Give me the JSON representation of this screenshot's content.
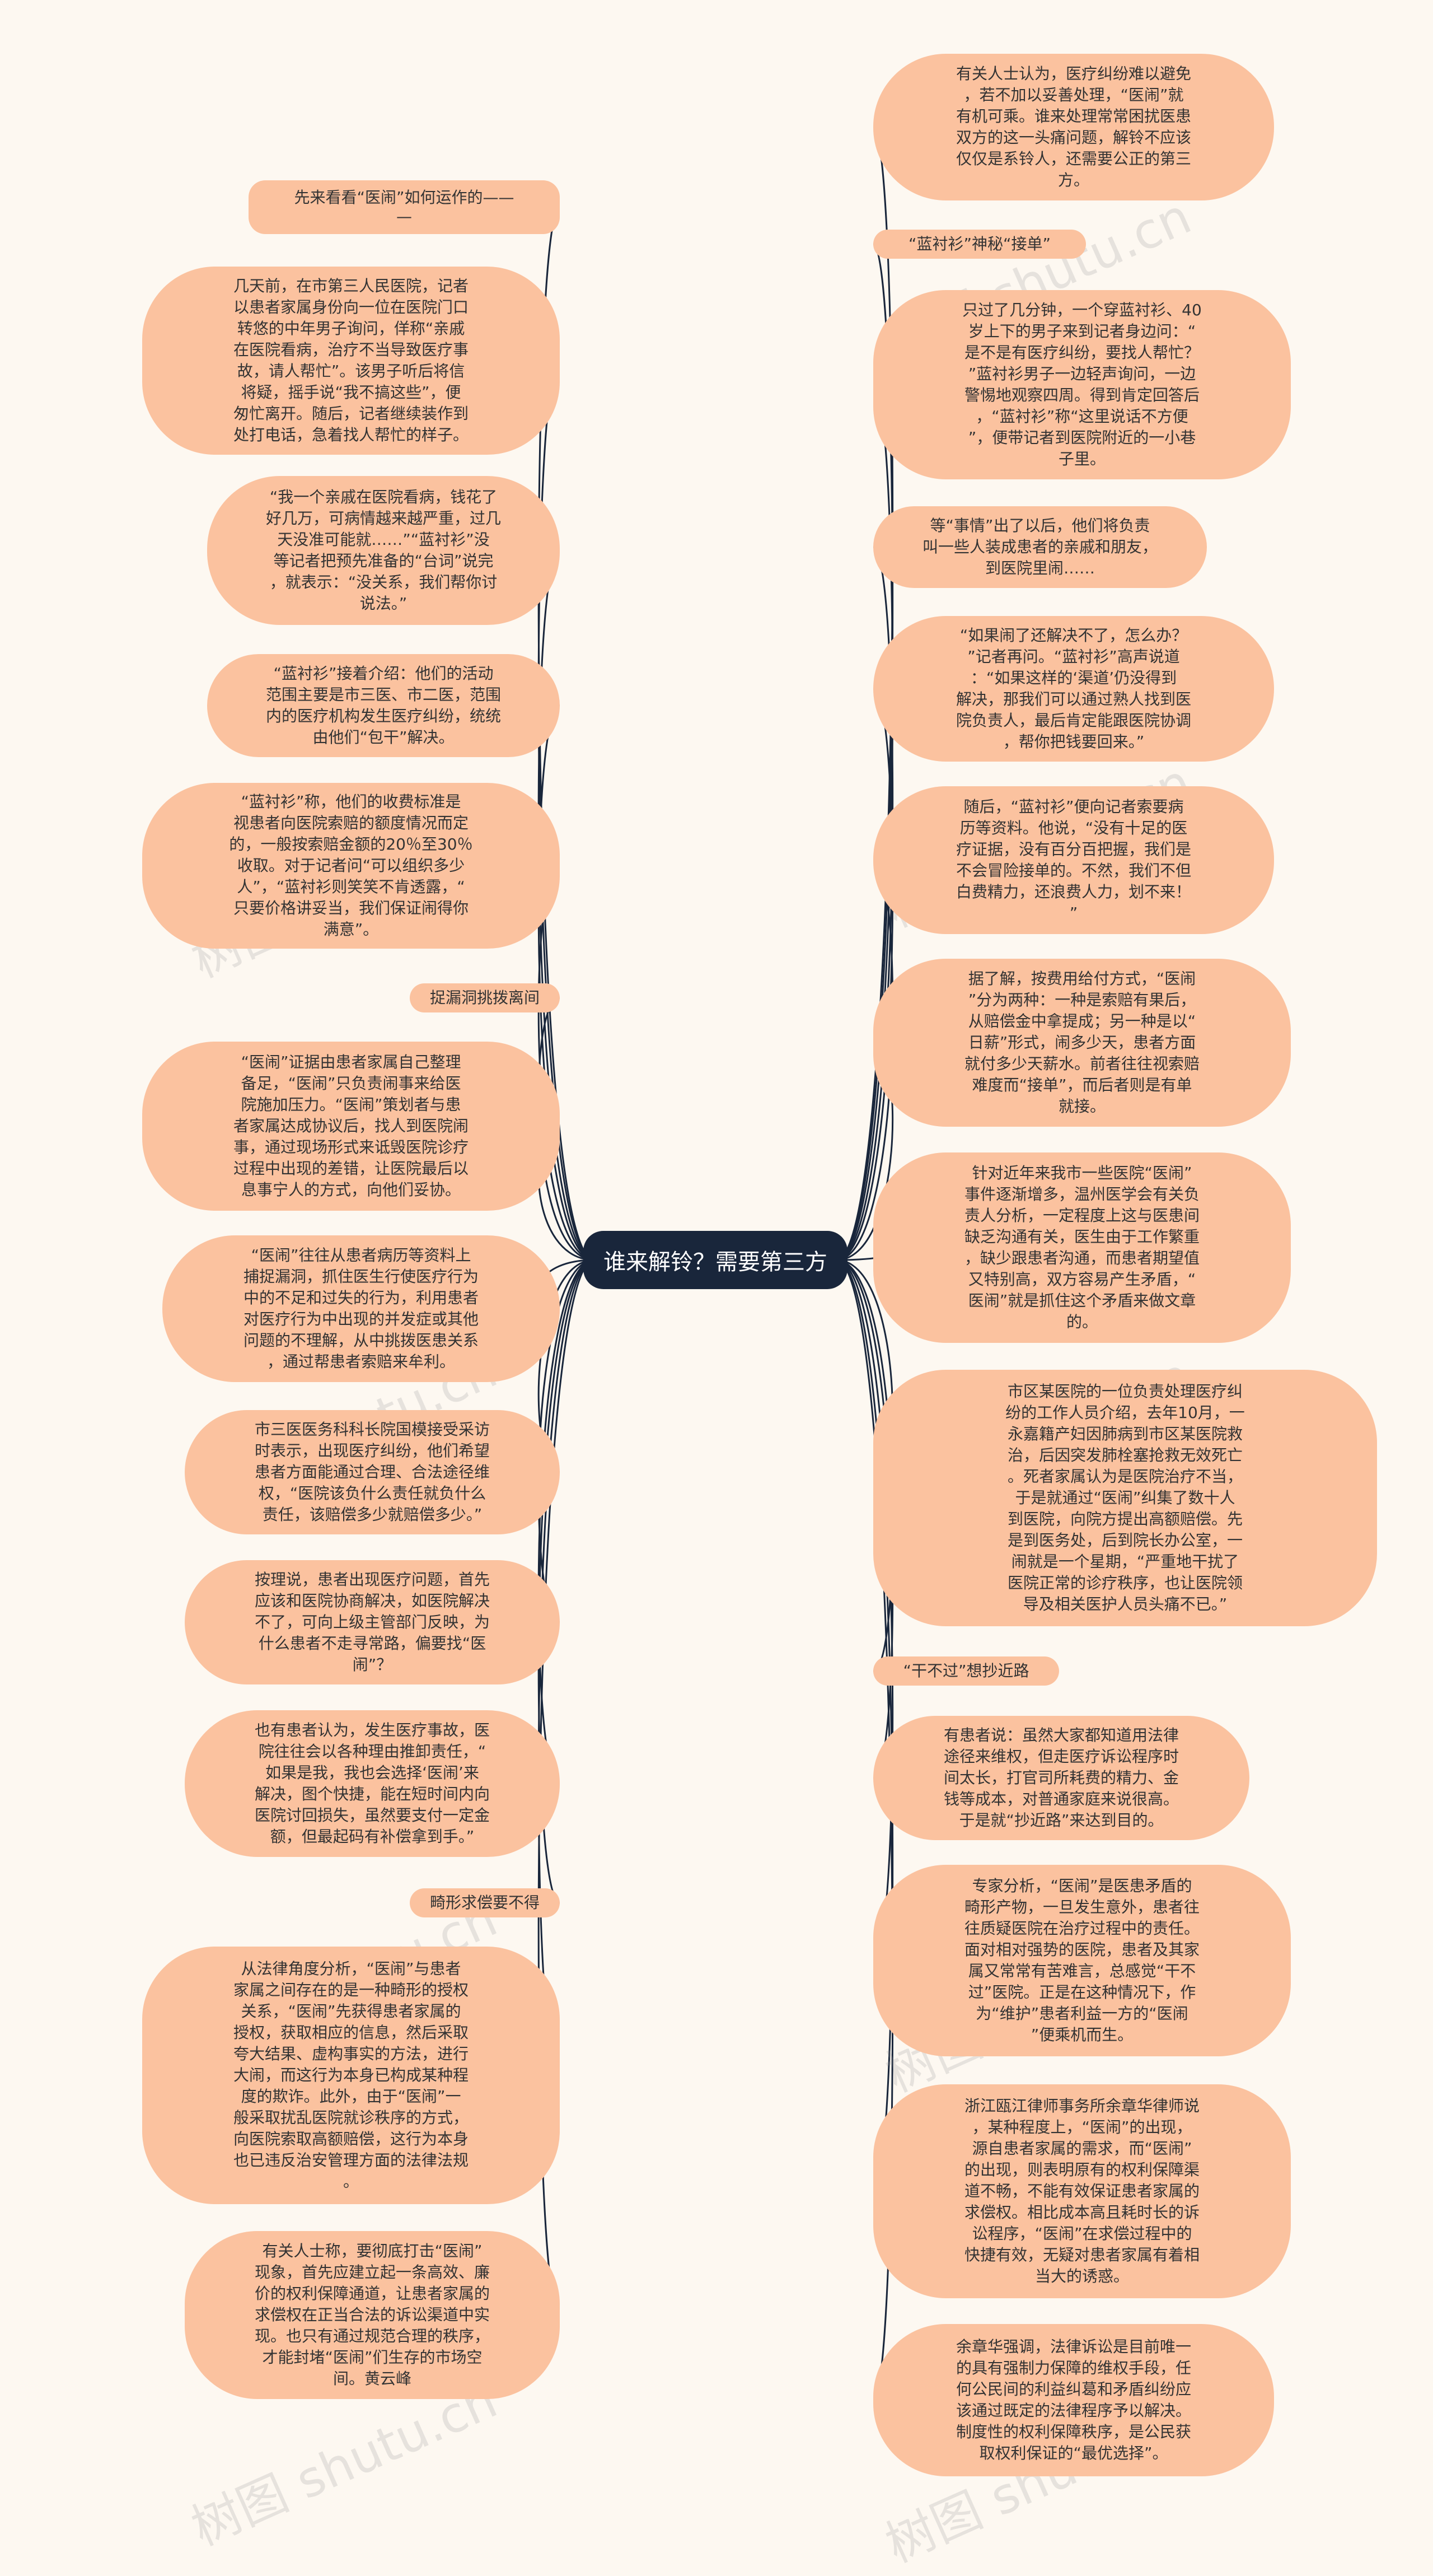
{
  "root": {
    "label": "谁来解铃？需要第三方"
  },
  "nodes": [
    {
      "id": "L1",
      "text": "先来看看“医闹”如何运作的——\n—",
      "style": "label"
    },
    {
      "id": "L2",
      "text": "几天前，在市第三人民医院，记者\n以患者家属身份向一位在医院门口\n转悠的中年男子询问，佯称“亲戚\n在医院看病，治疗不当导致医疗事\n故，请人帮忙”。该男子听后将信\n将疑，摇手说“我不搞这些”，便\n匆忙离开。随后，记者继续装作到\n处打电话，急着找人帮忙的样子。",
      "style": "node"
    },
    {
      "id": "L3",
      "text": "“我一个亲戚在医院看病，钱花了\n好几万，可病情越来越严重，过几\n天没准可能就……”“蓝衬衫”没\n等记者把预先准备的“台词”说完\n，就表示：“没关系，我们帮你讨\n说法。”",
      "style": "node"
    },
    {
      "id": "L4",
      "text": "“蓝衬衫”接着介绍：他们的活动\n范围主要是市三医、市二医，范围\n内的医疗机构发生医疗纠纷，统统\n由他们“包干”解决。",
      "style": "node"
    },
    {
      "id": "L5",
      "text": "“蓝衬衫”称，他们的收费标准是\n视患者向医院索赔的额度情况而定\n的，一般按索赔金额的20％至30％\n收取。对于记者问“可以组织多少\n人”，“蓝衬衫则笑笑不肯透露，“\n只要价格讲妥当，我们保证闹得你\n满意”。",
      "style": "node"
    },
    {
      "id": "L6",
      "text": "捉漏洞挑拨离间",
      "style": "label"
    },
    {
      "id": "L7",
      "text": "“医闹”证据由患者家属自己整理\n备足，“医闹”只负责闹事来给医\n院施加压力。“医闹”策划者与患\n者家属达成协议后，找人到医院闹\n事，通过现场形式来诋毁医院诊疗\n过程中出现的差错，让医院最后以\n息事宁人的方式，向他们妥协。",
      "style": "node"
    },
    {
      "id": "L8",
      "text": "“医闹”往往从患者病历等资料上\n捕捉漏洞，抓住医生行使医疗行为\n中的不足和过失的行为，利用患者\n对医疗行为中出现的并发症或其他\n问题的不理解，从中挑拨医患关系\n，通过帮患者索赔来牟利。",
      "style": "node"
    },
    {
      "id": "L9",
      "text": "市三医医务科科长院国模接受采访\n时表示，出现医疗纠纷，他们希望\n患者方面能通过合理、合法途径维\n权，“医院该负什么责任就负什么\n责任，该赔偿多少就赔偿多少。”",
      "style": "node"
    },
    {
      "id": "L10",
      "text": "按理说，患者出现医疗问题，首先\n应该和医院协商解决，如医院解决\n不了，可向上级主管部门反映，为\n什么患者不走寻常路，偏要找“医\n闹”？",
      "style": "node"
    },
    {
      "id": "L11",
      "text": "也有患者认为，发生医疗事故，医\n院往往会以各种理由推卸责任，“\n如果是我，我也会选择‘医闹’来\n解决，图个快捷，能在短时间内向\n医院讨回损失，虽然要支付一定金\n额，但最起码有补偿拿到手。”",
      "style": "node"
    },
    {
      "id": "L12",
      "text": "畸形求偿要不得",
      "style": "label"
    },
    {
      "id": "L13",
      "text": "从法律角度分析，“医闹”与患者\n家属之间存在的是一种畸形的授权\n关系，“医闹”先获得患者家属的\n授权，获取相应的信息，然后采取\n夸大结果、虚构事实的方法，进行\n大闹，而这行为本身已构成某种程\n度的欺诈。此外，由于“医闹”一\n般采取扰乱医院就诊秩序的方式，\n向医院索取高额赔偿，这行为本身\n也已违反治安管理方面的法律法规\n。",
      "style": "node"
    },
    {
      "id": "L14",
      "text": "有关人士称，要彻底打击“医闹”\n现象，首先应建立起一条高效、廉\n价的权利保障通道，让患者家属的\n求偿权在正当合法的诉讼渠道中实\n现。也只有通过规范合理的秩序，\n才能封堵“医闹”们生存的市场空\n间。黄云峰",
      "style": "node"
    },
    {
      "id": "R1",
      "text": "有关人士认为，医疗纠纷难以避免\n，若不加以妥善处理，“医闹”就\n有机可乘。谁来处理常常困扰医患\n双方的这一头痛问题，解铃不应该\n仅仅是系铃人，还需要公正的第三\n方。",
      "style": "node"
    },
    {
      "id": "R2",
      "text": "“蓝衬衫”神秘“接单”",
      "style": "label"
    },
    {
      "id": "R3",
      "text": "只过了几分钟，一个穿蓝衬衫、40\n岁上下的男子来到记者身边问：“\n是不是有医疗纠纷，要找人帮忙？\n”蓝衬衫男子一边轻声询问，一边\n警惕地观察四周。得到肯定回答后\n，“蓝衬衫”称“这里说话不方便\n”，便带记者到医院附近的一小巷\n子里。",
      "style": "node"
    },
    {
      "id": "R4",
      "text": "等“事情”出了以后，他们将负责\n叫一些人装成患者的亲戚和朋友，\n到医院里闹……",
      "style": "node"
    },
    {
      "id": "R5",
      "text": "“如果闹了还解决不了，怎么办？\n”记者再问。“蓝衬衫”高声说道\n：“如果这样的‘渠道’仍没得到\n解决，那我们可以通过熟人找到医\n院负责人，最后肯定能跟医院协调\n，帮你把钱要回来。”",
      "style": "node"
    },
    {
      "id": "R6",
      "text": "随后，“蓝衬衫”便向记者索要病\n历等资料。他说，“没有十足的医\n疗证据，没有百分百把握，我们是\n不会冒险接单的。不然，我们不但\n白费精力，还浪费人力，划不来！\n”",
      "style": "node"
    },
    {
      "id": "R7",
      "text": "据了解，按费用给付方式，“医闹\n”分为两种：一种是索赔有果后，\n从赔偿金中拿提成；另一种是以“\n日薪”形式，闹多少天，患者方面\n就付多少天薪水。前者往往视索赔\n难度而“接单”，而后者则是有单\n就接。",
      "style": "node"
    },
    {
      "id": "R8",
      "text": "针对近年来我市一些医院“医闹”\n事件逐渐增多，温州医学会有关负\n责人分析，一定程度上这与医患间\n缺乏沟通有关，医生由于工作繁重\n，缺少跟患者沟通，而患者期望值\n又特别高，双方容易产生矛盾，“\n医闹”就是抓住这个矛盾来做文章\n的。",
      "style": "node"
    },
    {
      "id": "R9",
      "text": "市区某医院的一位负责处理医疗纠\n纷的工作人员介绍，去年10月，一\n永嘉籍产妇因肺病到市区某医院救\n治，后因突发肺栓塞抢救无效死亡\n。死者家属认为是医院治疗不当，\n于是就通过“医闹”纠集了数十人\n到医院，向院方提出高额赔偿。先\n是到医务处，后到院长办公室，一\n闹就是一个星期，“严重地干扰了\n医院正常的诊疗秩序，也让医院领\n导及相关医护人员头痛不已。”",
      "style": "node"
    },
    {
      "id": "R10",
      "text": "“干不过”想抄近路",
      "style": "label"
    },
    {
      "id": "R11",
      "text": "有患者说：虽然大家都知道用法律\n途径来维权，但走医疗诉讼程序时\n间太长，打官司所耗费的精力、金\n钱等成本，对普通家庭来说很高。\n于是就“抄近路”来达到目的。",
      "style": "node"
    },
    {
      "id": "R12",
      "text": "专家分析，“医闹”是医患矛盾的\n畸形产物，一旦发生意外，患者往\n往质疑医院在治疗过程中的责任。\n面对相对强势的医院，患者及其家\n属又常常有苦难言，总感觉“干不\n过”医院。正是在这种情况下，作\n为“维护”患者利益一方的“医闹\n”便乘机而生。",
      "style": "node"
    },
    {
      "id": "R13",
      "text": "浙江瓯江律师事务所余章华律师说\n，某种程度上，“医闹”的出现，\n源自患者家属的需求，而“医闹”\n的出现，则表明原有的权利保障渠\n道不畅，不能有效保证患者家属的\n求偿权。相比成本高且耗时长的诉\n讼程序，“医闹”在求偿过程中的\n快捷有效，无疑对患者家属有着相\n当大的诱惑。",
      "style": "node"
    },
    {
      "id": "R14",
      "text": "余章华强调，法律诉讼是目前唯一\n的具有强制力保障的维权手段，任\n何公民间的利益纠葛和矛盾纠纷应\n该通过既定的法律程序予以解决。\n制度性的权利保障秩序，是公民获\n取权利保证的“最优选择”。",
      "style": "node"
    }
  ],
  "watermark": {
    "text": "树图 shutu.cn"
  },
  "colors": {
    "background": "#fdf8f1",
    "node_fill": "#fbc29f",
    "root_fill": "#19263b",
    "connector": "#19263b",
    "text": "#333333"
  }
}
